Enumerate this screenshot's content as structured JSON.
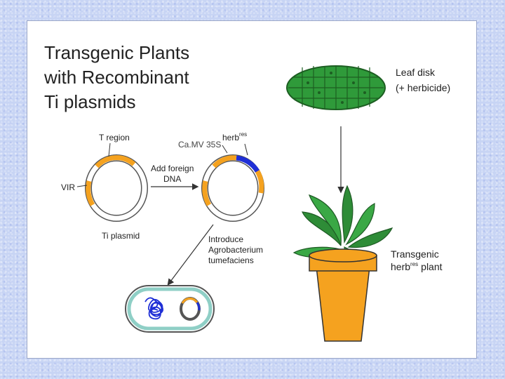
{
  "title_lines": [
    "Transgenic Plants",
    "with Recombinant",
    "Ti plasmids"
  ],
  "labels": {
    "t_region": "T region",
    "camv": "Ca.MV 35S",
    "herb": "herb",
    "res": "res",
    "add_foreign": "Add foreign",
    "dna": "DNA",
    "vir": "VIR",
    "ti_plasmid": "Ti plasmid",
    "leaf_disk": "Leaf disk",
    "plus_herbicide": "(+ herbicide)",
    "introduce": "Introduce",
    "agrobacterium": "Agrobacterium",
    "tumefaciens": "tumefaciens",
    "transgenic": "Transgenic",
    "plant": "plant"
  },
  "colors": {
    "orange": "#f5a21f",
    "blue": "#1f2fd6",
    "leaf_green": "#2f9a3a",
    "pot": "#f5a21f",
    "bacterium": "#8fcfc6"
  }
}
